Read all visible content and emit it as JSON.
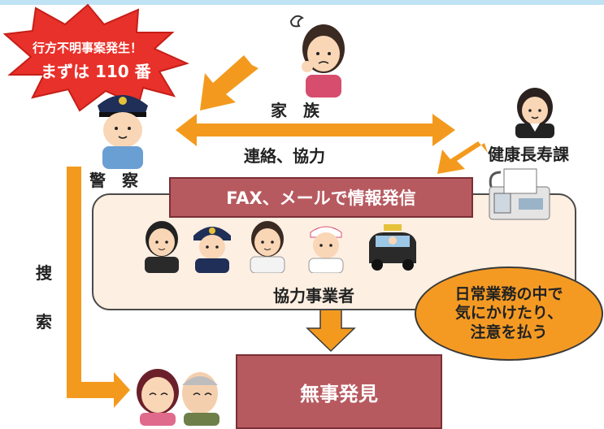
{
  "burst": {
    "line1": "行方不明事案発生！",
    "line2": "まずは 110 番"
  },
  "labels": {
    "family": "家　族",
    "contact": "連絡、協力",
    "police": "警　察",
    "health": "健康長寿課",
    "search": [
      "捜",
      "索"
    ]
  },
  "fax_box": "FAX、メールで情報発信",
  "partners": "協力事業者",
  "bubble": [
    "日常業務の中で",
    "気にかけたり、",
    "注意を払う"
  ],
  "result_box": "無事発見",
  "colors": {
    "arrow": "#f39a1e",
    "red_box": "#b75a60",
    "panel": "#fdefe2",
    "burst": "#e8312a",
    "bubble": "#f49a23"
  }
}
